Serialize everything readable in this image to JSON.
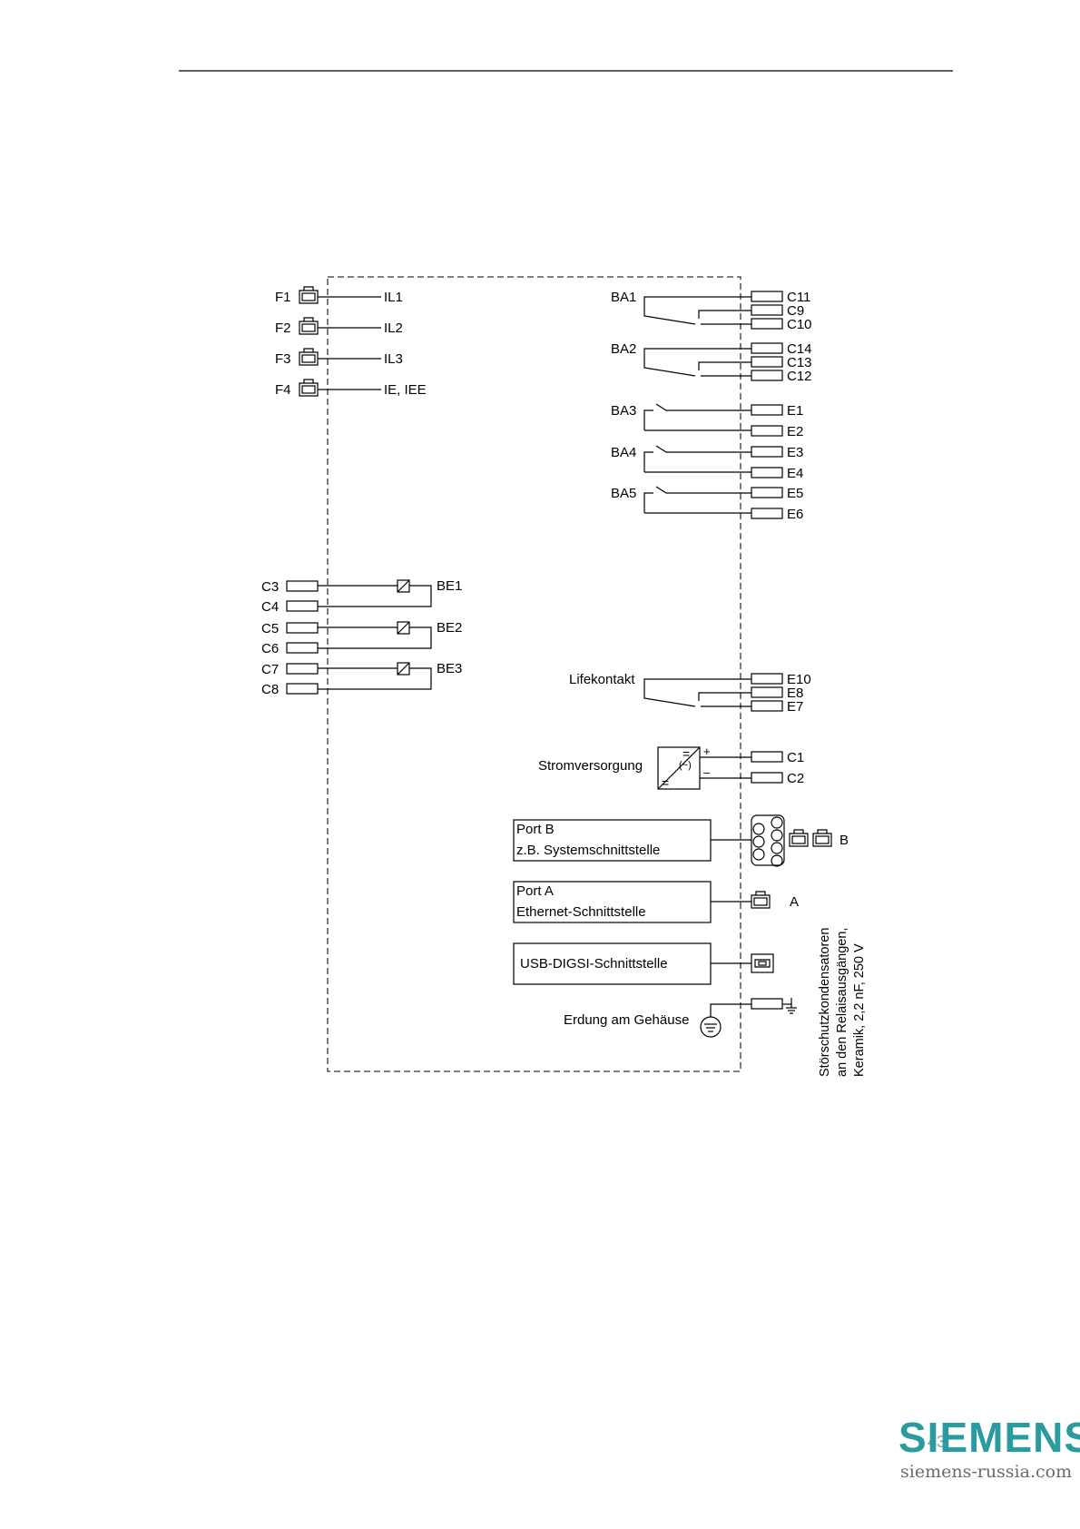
{
  "inputs_current": [
    {
      "terminal": "F1",
      "signal": "IL1"
    },
    {
      "terminal": "F2",
      "signal": "IL2"
    },
    {
      "terminal": "F3",
      "signal": "IL3"
    },
    {
      "terminal": "F4",
      "signal": "IE, IEE"
    }
  ],
  "binary_inputs": [
    {
      "name": "BE1",
      "terminals": [
        "C3",
        "C4"
      ]
    },
    {
      "name": "BE2",
      "terminals": [
        "C5",
        "C6"
      ]
    },
    {
      "name": "BE3",
      "terminals": [
        "C7",
        "C8"
      ]
    }
  ],
  "changeover_outputs": [
    {
      "name": "BA1",
      "terminals": [
        "C11",
        "C9",
        "C10"
      ]
    },
    {
      "name": "BA2",
      "terminals": [
        "C14",
        "C13",
        "C12"
      ]
    }
  ],
  "normally_open_outputs": [
    {
      "name": "BA3",
      "terminals": [
        "E1",
        "E2"
      ]
    },
    {
      "name": "BA4",
      "terminals": [
        "E3",
        "E4"
      ]
    },
    {
      "name": "BA5",
      "terminals": [
        "E5",
        "E6"
      ]
    }
  ],
  "life_contact": {
    "label": "Lifekontakt",
    "terminals": [
      "E10",
      "E8",
      "E7"
    ]
  },
  "power_supply": {
    "label": "Stromversorgung",
    "plus": "+",
    "minus": "–",
    "terminals": [
      "C1",
      "C2"
    ],
    "symbol_dc_top": "=",
    "symbol_ac": "(~)",
    "symbol_dc_bottom": "="
  },
  "ports": {
    "port_b": {
      "line1": "Port B",
      "line2": "z.B. Systemschnittstelle",
      "connector_label": "B"
    },
    "port_a": {
      "line1": "Port A",
      "line2": "Ethernet-Schnittstelle",
      "connector_label": "A"
    },
    "usb": {
      "label": "USB-DIGSI-Schnittstelle"
    }
  },
  "earth": {
    "label": "Erdung am Gehäuse"
  },
  "side_note": [
    "Störschutzkondensatoren",
    "an den Relaisausgängen,",
    "Keramik, 2,2 nF, 250 V"
  ],
  "footer": {
    "page_number": "43",
    "logo": "SIEMENS",
    "site": "siemens-russia.com"
  }
}
